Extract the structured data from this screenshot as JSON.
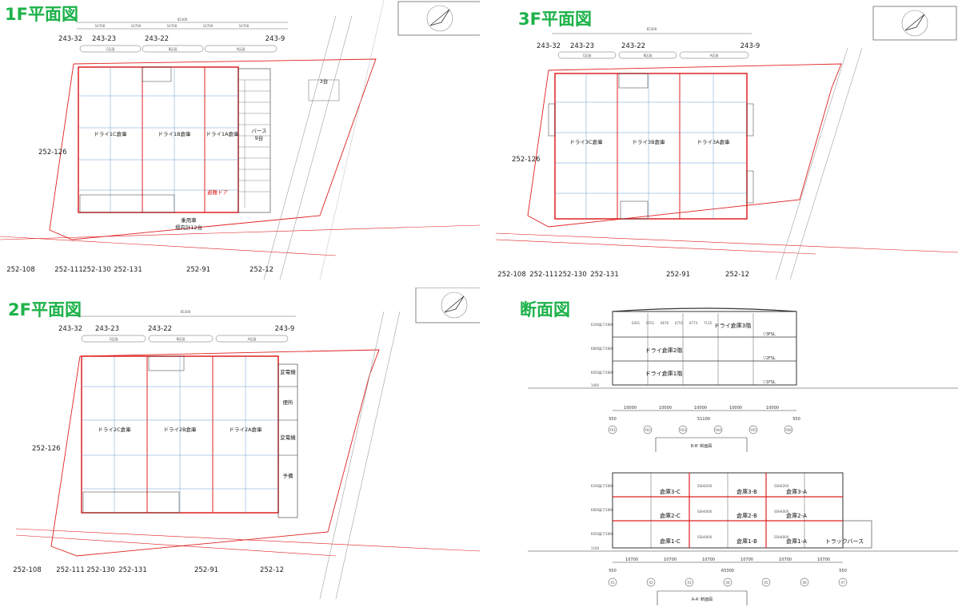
{
  "titles": {
    "f1": "1F平面図",
    "f2": "2F平面図",
    "f3": "3F平面図",
    "section": "断面図"
  },
  "lots": {
    "top": [
      "243-32",
      "243-23",
      "243-22",
      "243-9"
    ],
    "left": "252-126",
    "bottom": [
      "252-108",
      "252-111",
      "252-130",
      "252-131",
      "252-91",
      "252-12"
    ]
  },
  "zones": [
    "C区画",
    "B区画",
    "A区画"
  ],
  "total_width": "65300",
  "span": "10700",
  "f1": {
    "rooms": [
      "ドライ1C倉庫",
      "ドライ1B倉庫",
      "ドライ1A倉庫"
    ],
    "parking_bus": "バース",
    "bus_count": "9台",
    "cars3": "3台",
    "door_note": "避難ドア",
    "parking_label": "乗用車",
    "parking_count": "場内計12台"
  },
  "f2": {
    "rooms": [
      "ドライ2C倉庫",
      "ドライ2B倉庫",
      "ドライ2A倉庫"
    ],
    "side_rooms": [
      "変電機",
      "便所",
      "変電機",
      "予備"
    ]
  },
  "f3": {
    "rooms": [
      "ドライ3C倉庫",
      "ドライ3B倉庫",
      "ドライ3A倉庫"
    ]
  },
  "section_bb": {
    "floors": [
      "ドライ倉庫3階",
      "ドライ倉庫2階",
      "ドライ倉庫1階"
    ],
    "levels": [
      "▽3FSL",
      "▽2FSL",
      "▽1FSL"
    ],
    "heights_left": [
      "6200",
      "6800",
      "6650",
      "1000"
    ],
    "ceiling_labels": [
      "梁下5800",
      "梁下5800",
      "梁下5800"
    ],
    "ceiling_heights": [
      "6401",
      "6551",
      "6676",
      "6751",
      "6774",
      "7135"
    ],
    "spans": [
      "10000",
      "10000",
      "10000",
      "10000",
      "10000"
    ],
    "ends": [
      "550",
      "550"
    ],
    "total": "51100",
    "axes": [
      "Y01",
      "Y02",
      "Y03",
      "Y04",
      "Y05",
      "Y06"
    ],
    "label": "B-B' 断面図"
  },
  "section_aa": {
    "rooms": [
      [
        "倉庫3-C",
        "倉庫3-B",
        "倉庫3-A"
      ],
      [
        "倉庫2-C",
        "倉庫2-B",
        "倉庫2-A"
      ],
      [
        "倉庫1-C",
        "倉庫1-B",
        "倉庫1-A"
      ]
    ],
    "truck": "トラックバース",
    "heights_left": [
      "6200",
      "6800",
      "6650",
      "1100"
    ],
    "ceiling_labels": [
      "梁下5800",
      "梁下5800",
      "梁下5800"
    ],
    "shutters": [
      "SSH4200",
      "SSH4000",
      "SSH4000",
      "SSH4200",
      "SSH4000",
      "SSH4000"
    ],
    "spans": [
      "10700",
      "10700",
      "10700",
      "10700",
      "10700",
      "10700"
    ],
    "ends": [
      "550",
      "550"
    ],
    "total": "65300",
    "axes": [
      "X1",
      "X2",
      "X3",
      "X4",
      "X5",
      "X6",
      "X7"
    ],
    "label": "A-A' 断面図"
  },
  "colors": {
    "title": "#1db24a",
    "wall": "#e02020",
    "grid": "#4a86c8",
    "line": "#333333"
  }
}
